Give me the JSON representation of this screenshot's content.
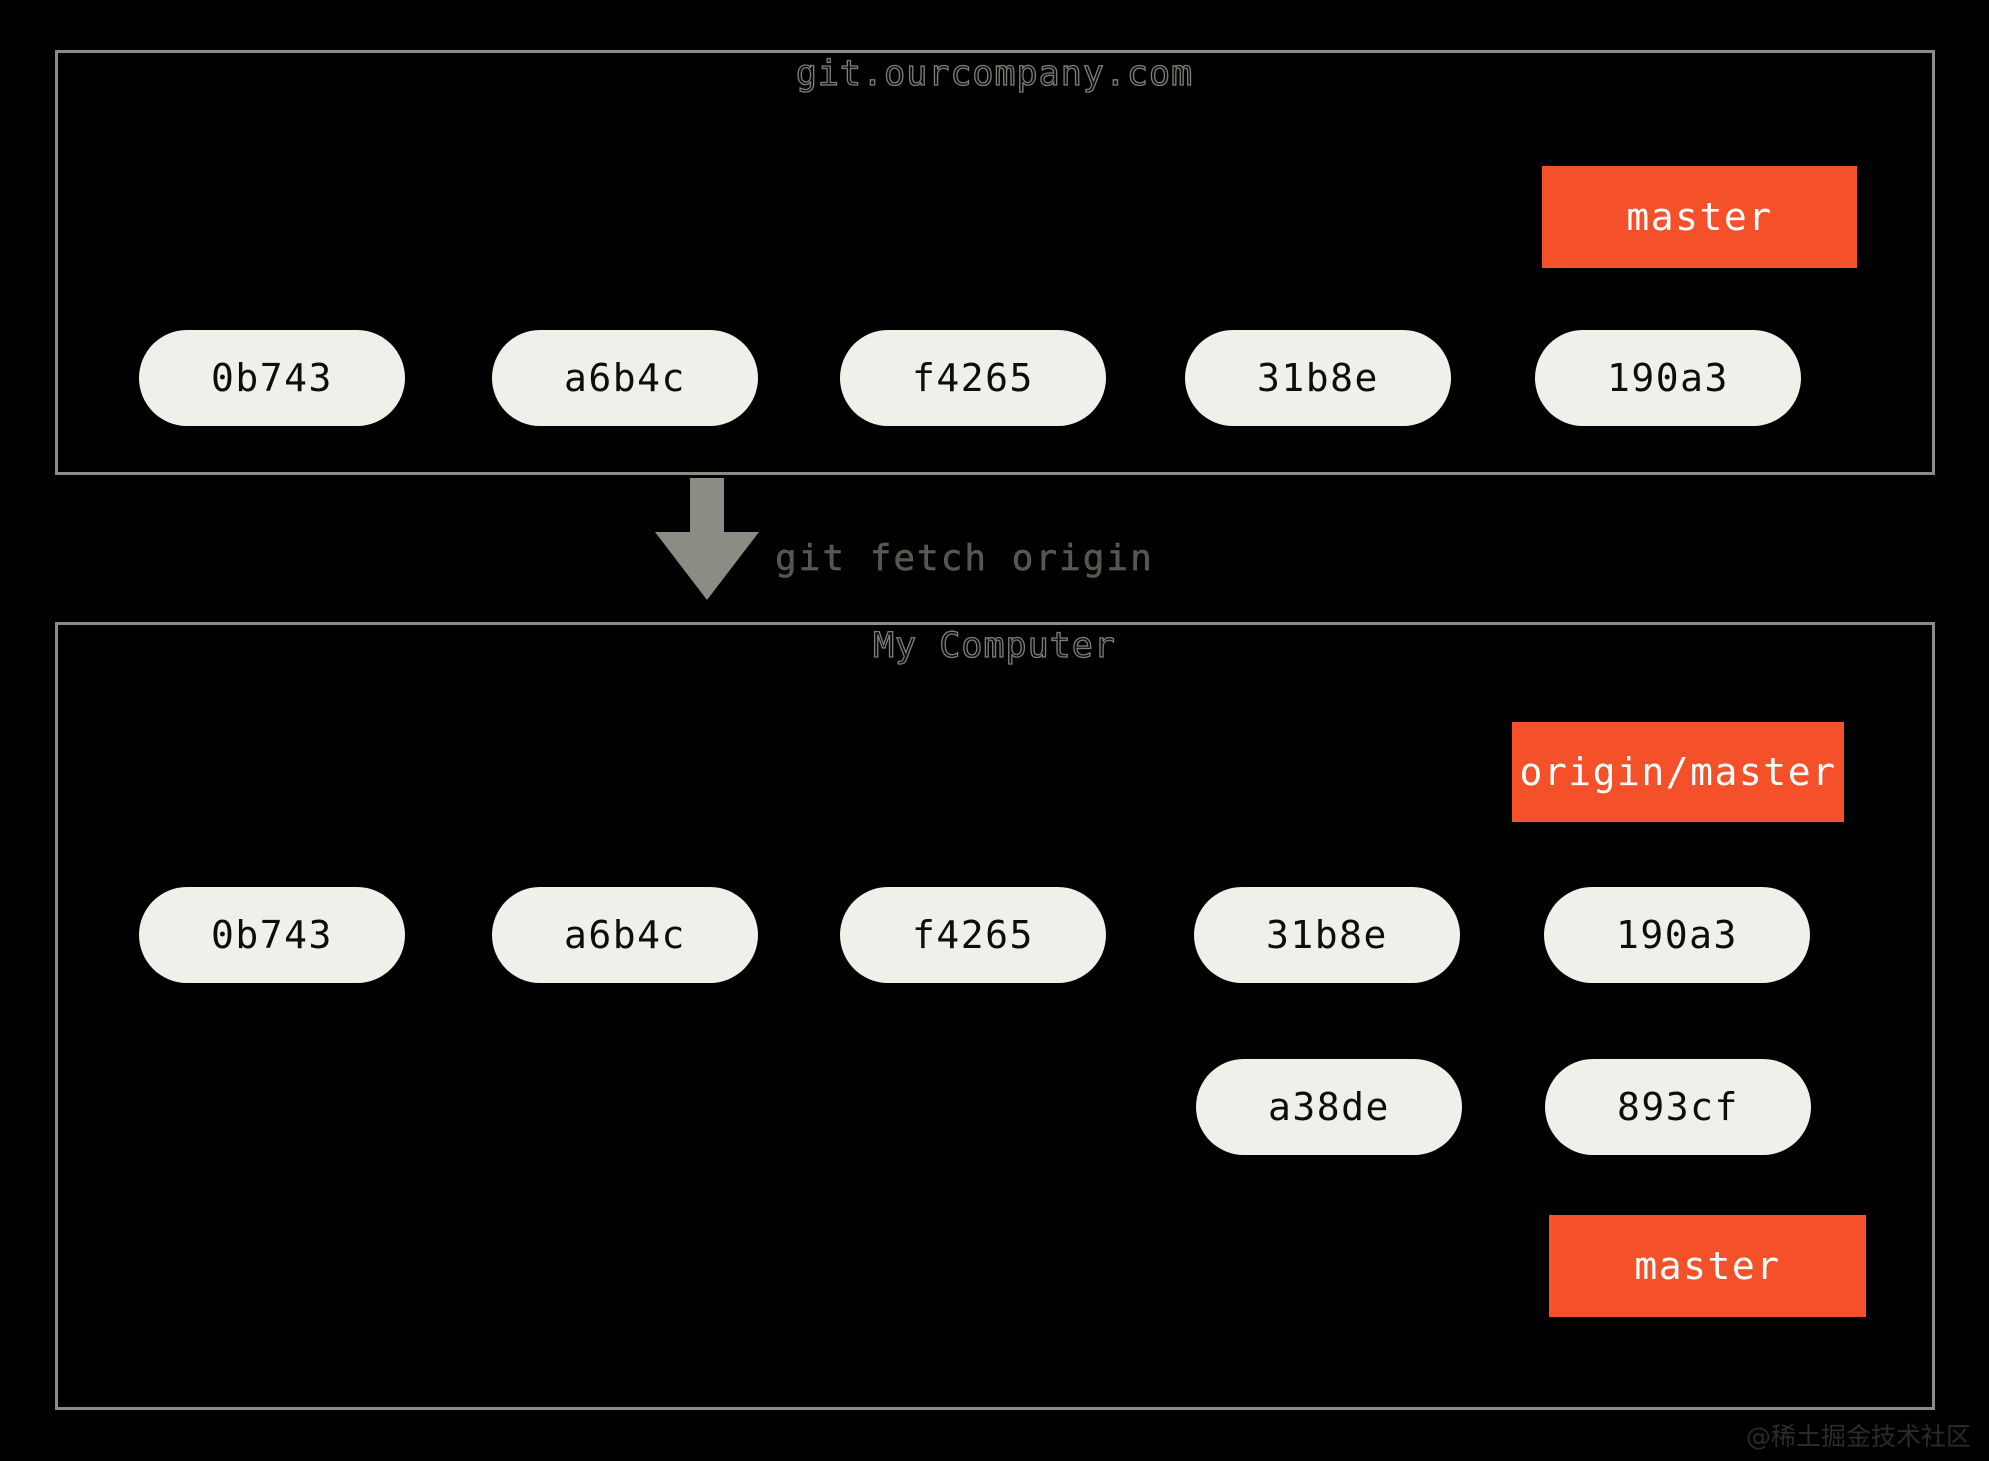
{
  "diagram": {
    "type": "git-branching-diagram",
    "background_color": "#000000",
    "accent_color": "#f4502a",
    "node_color": "#f1efe9",
    "edge_color": "#8c8c85",
    "panel_border_color": "#8c8c85"
  },
  "panels": [
    {
      "id": "remote",
      "title": "git.ourcompany.com",
      "commits": [
        {
          "id": "0b743",
          "label": "0b743"
        },
        {
          "id": "a6b4c",
          "label": "a6b4c"
        },
        {
          "id": "f4265",
          "label": "f4265"
        },
        {
          "id": "31b8e",
          "label": "31b8e"
        },
        {
          "id": "190a3",
          "label": "190a3"
        }
      ],
      "branches": [
        {
          "id": "master",
          "label": "master",
          "points_to": "190a3"
        }
      ]
    },
    {
      "id": "local",
      "title": "My Computer",
      "commits": [
        {
          "id": "0b743",
          "label": "0b743"
        },
        {
          "id": "a6b4c",
          "label": "a6b4c"
        },
        {
          "id": "f4265",
          "label": "f4265"
        },
        {
          "id": "31b8e",
          "label": "31b8e"
        },
        {
          "id": "190a3",
          "label": "190a3"
        },
        {
          "id": "a38de",
          "label": "a38de"
        },
        {
          "id": "893cf",
          "label": "893cf"
        }
      ],
      "branches": [
        {
          "id": "origin-master",
          "label": "origin/master",
          "points_to": "190a3"
        },
        {
          "id": "master",
          "label": "master",
          "points_to": "893cf"
        }
      ]
    }
  ],
  "operation": {
    "label": "git fetch origin",
    "direction": "down"
  },
  "watermark": "@稀土掘金技术社区"
}
